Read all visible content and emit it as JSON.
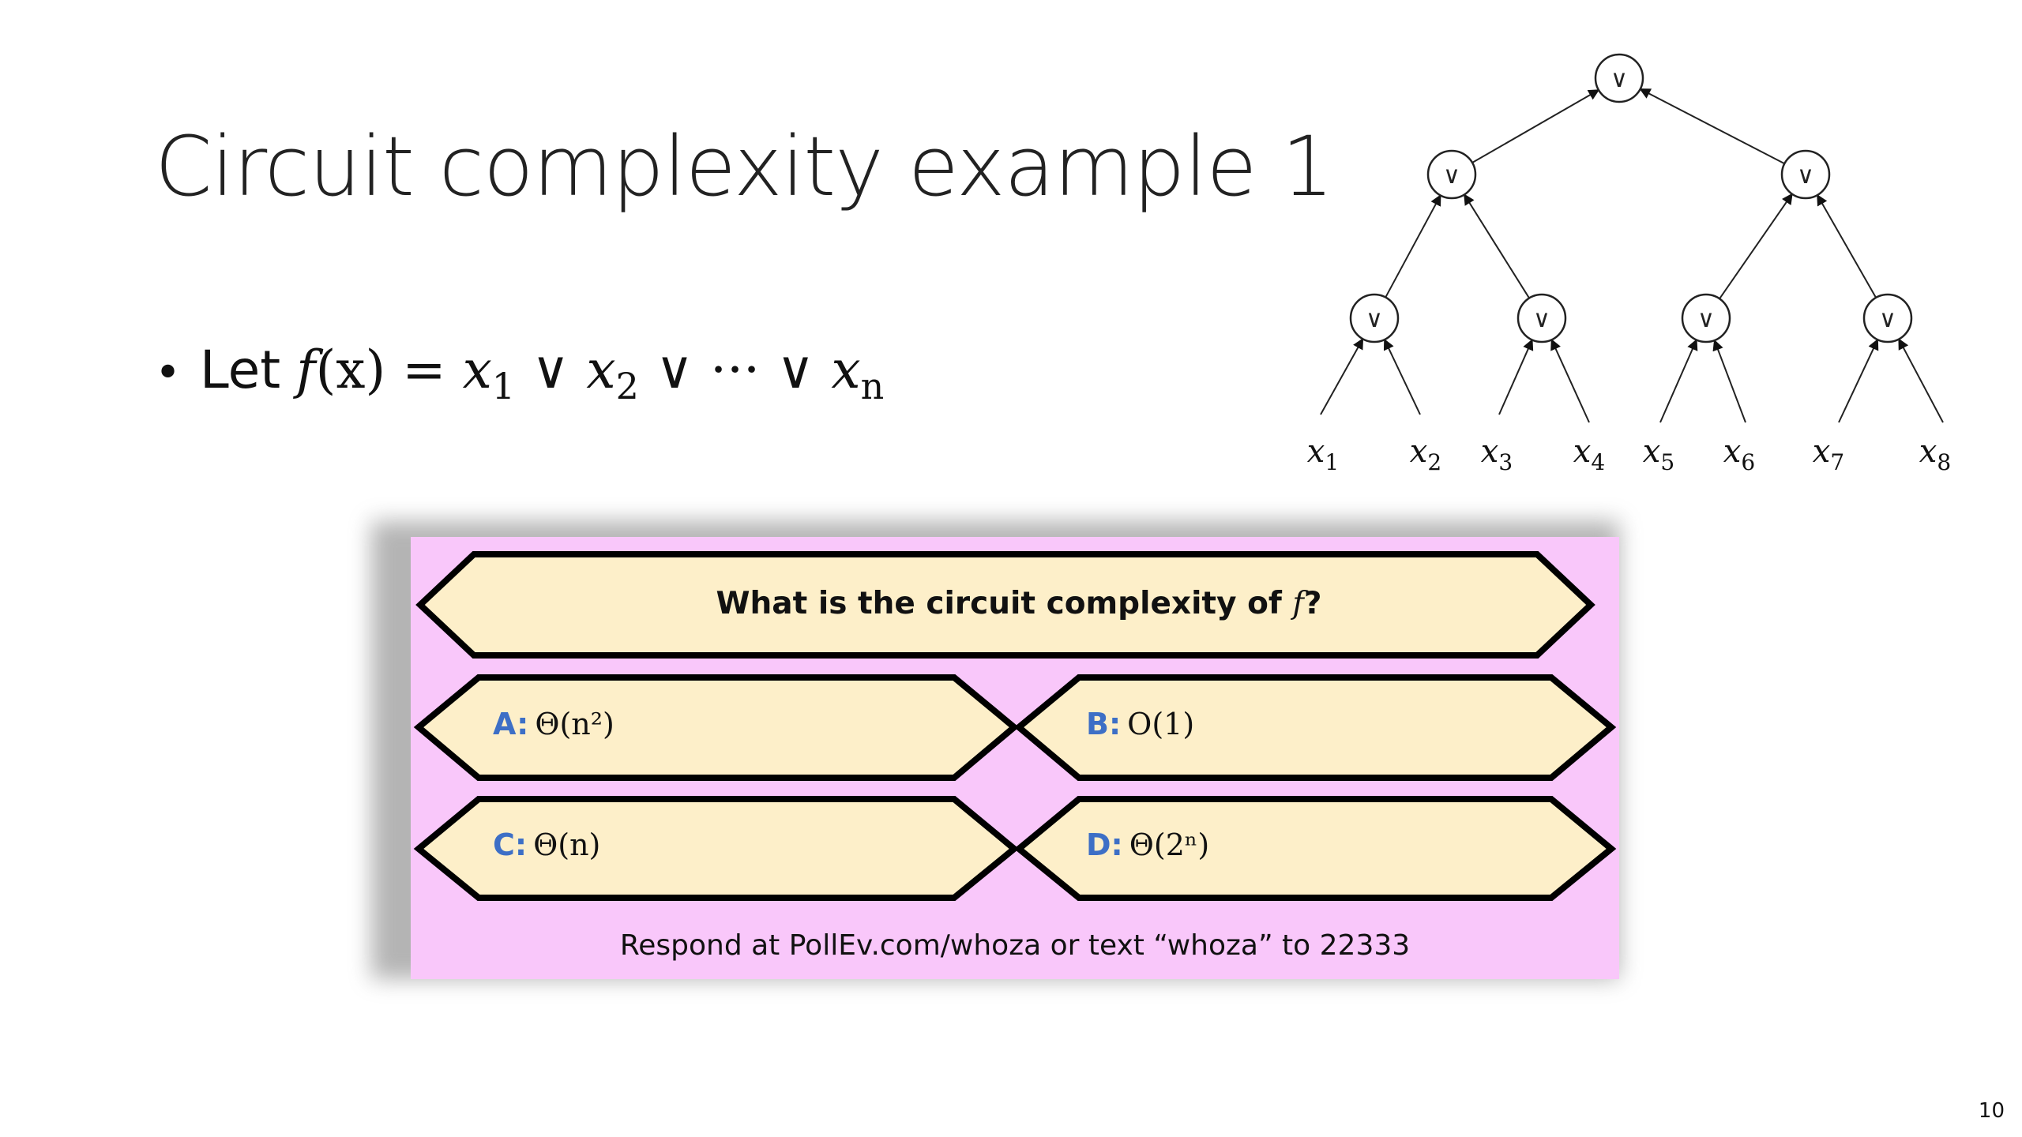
{
  "slide": {
    "title": "Circuit complexity example 1",
    "bullet": {
      "marker": "•",
      "lead": "Let",
      "f": "f",
      "arg": "(x)",
      "eq": " = ",
      "x": "x",
      "or": " ∨ ",
      "dots": "···",
      "s1": "1",
      "s2": "2",
      "sn": "n"
    },
    "page_number": "10"
  },
  "tree": {
    "gate_symbol": "∨",
    "leaves": [
      {
        "var": "x",
        "sub": "1"
      },
      {
        "var": "x",
        "sub": "2"
      },
      {
        "var": "x",
        "sub": "3"
      },
      {
        "var": "x",
        "sub": "4"
      },
      {
        "var": "x",
        "sub": "5"
      },
      {
        "var": "x",
        "sub": "6"
      },
      {
        "var": "x",
        "sub": "7"
      },
      {
        "var": "x",
        "sub": "8"
      }
    ]
  },
  "poll": {
    "question_prefix": "What is the circuit complexity of ",
    "question_var": "f",
    "question_suffix": "?",
    "options": [
      {
        "letter": "A:",
        "expr": "Θ(n²)"
      },
      {
        "letter": "B:",
        "expr": "O(1)"
      },
      {
        "letter": "C:",
        "expr": "Θ(n)"
      },
      {
        "letter": "D:",
        "expr": "Θ(2ⁿ)"
      }
    ],
    "respond_text": "Respond at PollEv.com/whoza or text “whoza” to 22333"
  },
  "colors": {
    "poll_background": "#f9c7fa",
    "hexagon_fill": "#fdefc9",
    "option_letter": "#3d6fc6"
  }
}
